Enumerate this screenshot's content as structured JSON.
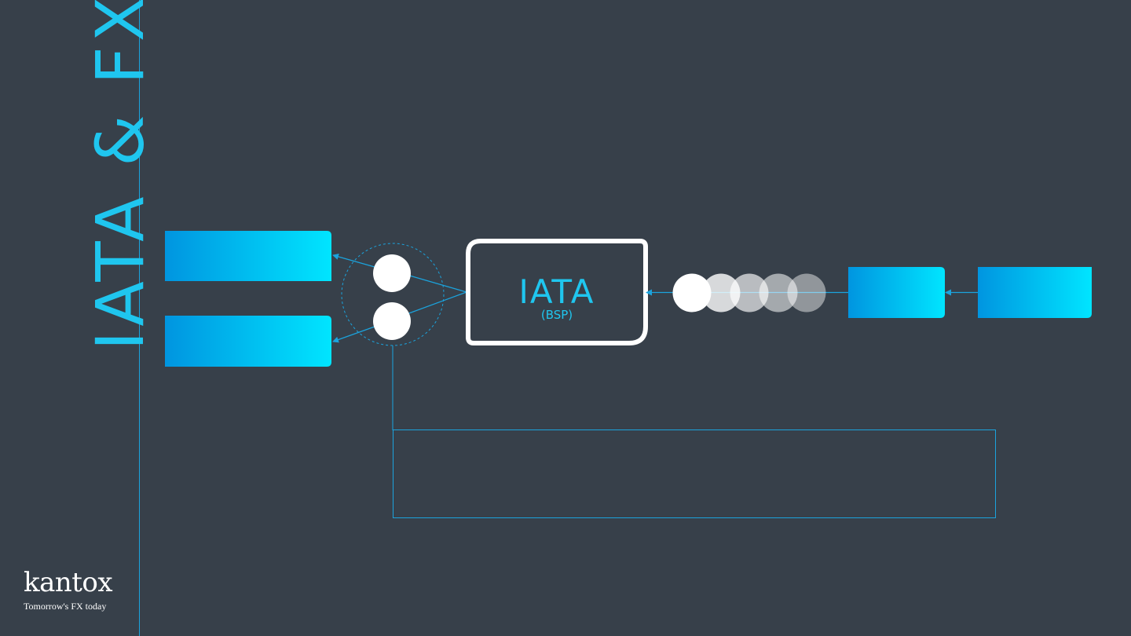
{
  "slide": {
    "title": "IATA & FX"
  },
  "diagram": {
    "center_box": {
      "title": "IATA",
      "subtitle": "(BSP)"
    }
  },
  "brand": {
    "name": "kantox",
    "tagline": "Tomorrow's FX today"
  },
  "colors": {
    "background": "#37404a",
    "accent": "#1fc6ef",
    "gradient_start": "#0095e0",
    "gradient_end": "#00e5ff",
    "white": "#ffffff"
  }
}
